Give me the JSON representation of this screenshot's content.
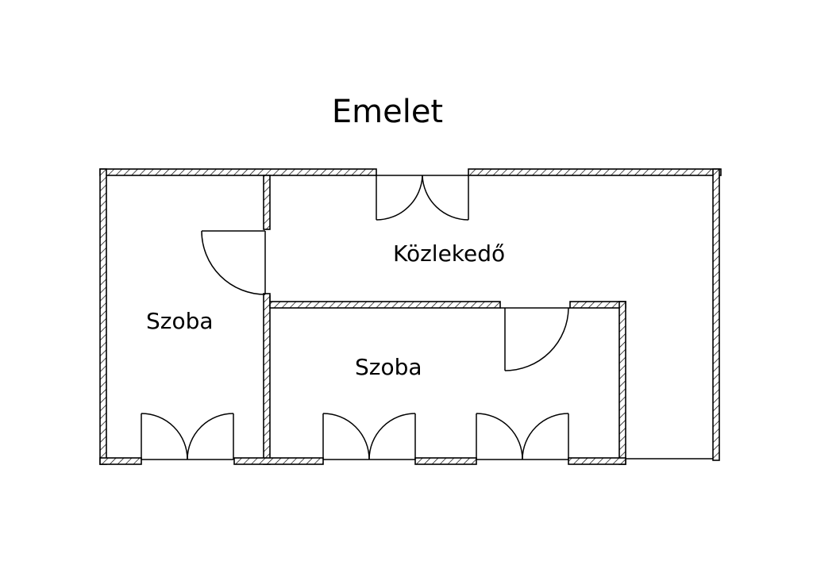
{
  "title": "Emelet",
  "rooms": [
    {
      "id": "szoba-left",
      "label": "Szoba"
    },
    {
      "id": "szoba-inner",
      "label": "Szoba"
    },
    {
      "id": "kozlekedo",
      "label": "Közlekedő"
    }
  ],
  "colors": {
    "wall": "#000000",
    "background": "#ffffff"
  }
}
